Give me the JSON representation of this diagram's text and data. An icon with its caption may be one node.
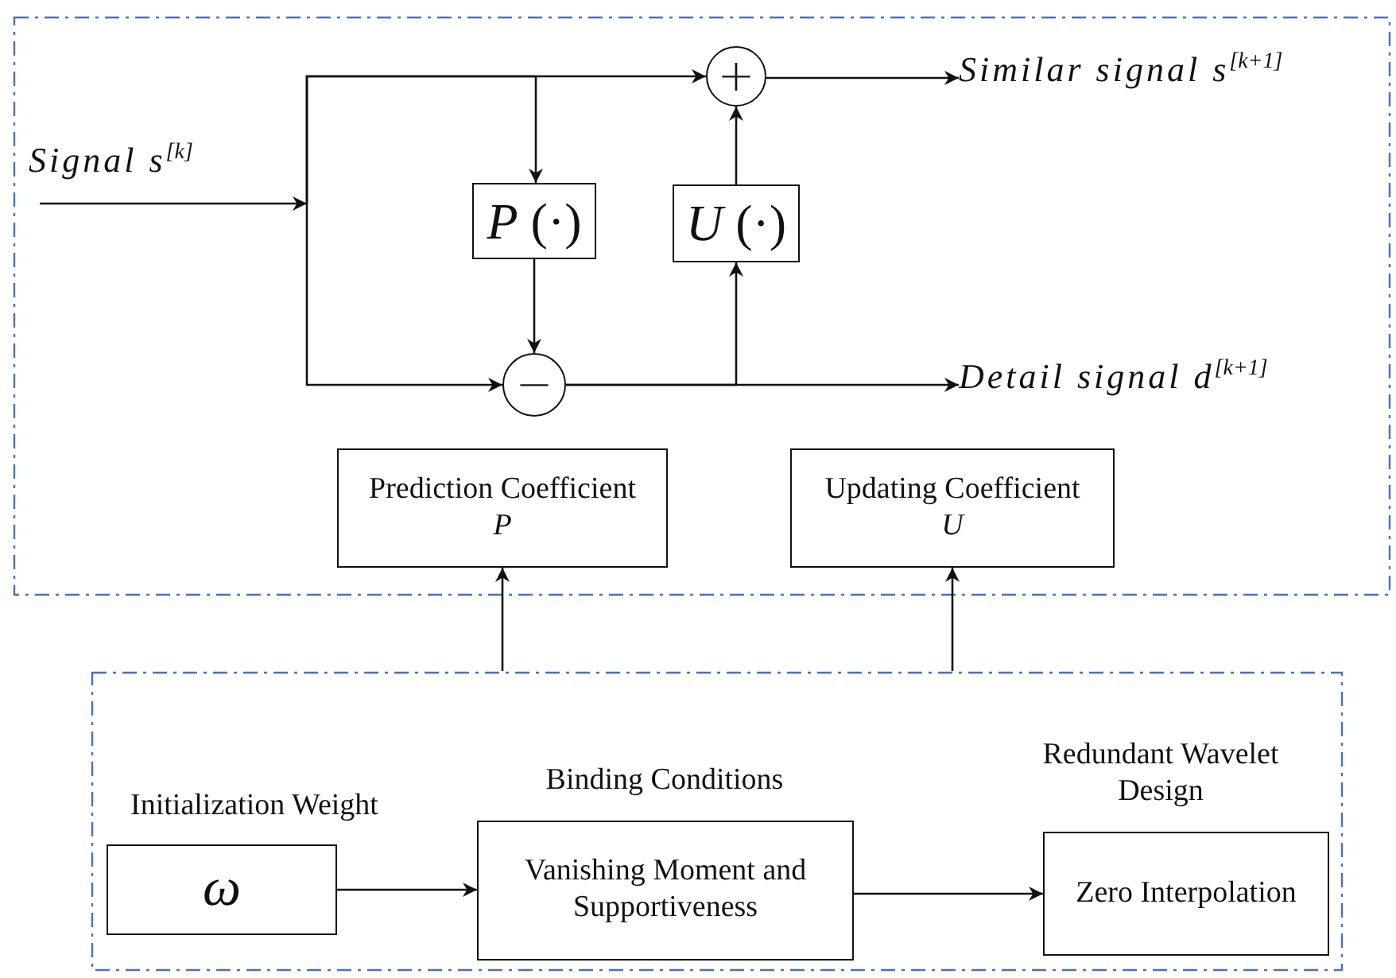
{
  "diagram": {
    "nodes": [
      {
        "text": [],
        "shape": "box"
      },
      {
        "text": [],
        "shape": "box"
      },
      {
        "text": [
          "Signal s$^{[k]}$"
        ],
        "in": 0
      },
      {
        "text": [
          "*P* (·)"
        ],
        "in": 0
      },
      {
        "text": [
          "*U* (·)"
        ],
        "in": 0
      },
      {
        "text": [
          "+"
        ],
        "in": 0
      },
      {
        "text": [
          "−"
        ],
        "in": 0
      },
      {
        "text": [
          "Similar signal s$^{[k+1]}$"
        ],
        "in": 0
      },
      {
        "text": [
          "Detail signal d$^{[k+1]}$"
        ],
        "in": 0
      },
      {
        "text": [
          "Prediction Coefficient",
          "P"
        ],
        "in": 0
      },
      {
        "text": [
          "Updating Coefficient",
          "U"
        ],
        "in": 0
      },
      {
        "text": [
          "ω"
        ],
        "beside": [
          "Initialization Weight"
        ],
        "in": 1
      },
      {
        "text": [
          "Vanishing Moment and Supportiveness"
        ],
        "beside": [
          "Binding Conditions"
        ],
        "in": 1
      },
      {
        "text": [
          "Zero Interpolation"
        ],
        "beside": [
          "Redundant Wavelet Design"
        ],
        "in": 1
      }
    ],
    "edges": [
      {
        "from": 2,
        "to": 5,
        "arrow": "to"
      },
      {
        "from": 2,
        "to": 3,
        "arrow": "to"
      },
      {
        "from": 2,
        "to": 6,
        "arrow": "to"
      },
      {
        "from": 3,
        "to": 6,
        "arrow": "to"
      },
      {
        "from": 6,
        "to": 4,
        "arrow": "to"
      },
      {
        "from": 4,
        "to": 5,
        "arrow": "to"
      },
      {
        "from": 5,
        "to": 7,
        "arrow": "to"
      },
      {
        "from": 6,
        "to": 8,
        "arrow": "to"
      },
      {
        "from": 1,
        "to": 9,
        "arrow": "to"
      },
      {
        "from": 1,
        "to": 10,
        "arrow": "to"
      },
      {
        "from": 11,
        "to": 12,
        "arrow": "to"
      },
      {
        "from": 12,
        "to": 13,
        "arrow": "to"
      }
    ]
  }
}
